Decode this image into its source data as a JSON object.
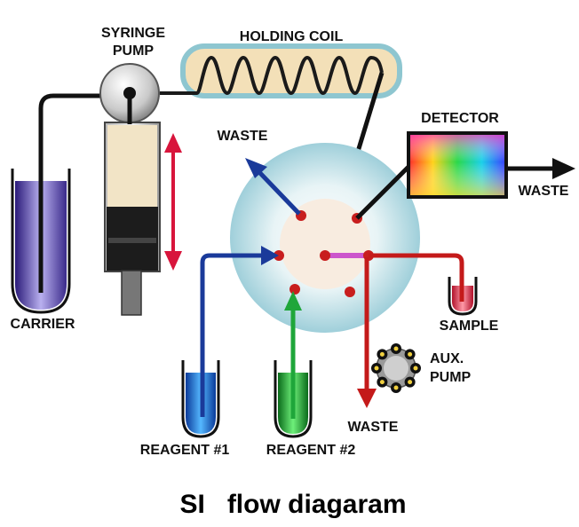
{
  "labels": {
    "syringe_pump_line1": "SYRINGE",
    "syringe_pump_line2": "PUMP",
    "holding_coil": "HOLDING COIL",
    "detector": "DETECTOR",
    "waste_top_left": "WASTE",
    "waste_detector": "WASTE",
    "carrier": "CARRIER",
    "sample": "SAMPLE",
    "aux_pump_line1": "AUX.",
    "aux_pump_line2": "PUMP",
    "waste_bottom": "WASTE",
    "reagent1": "REAGENT #1",
    "reagent2": "REAGENT #2"
  },
  "caption": "SI   flow diagaram",
  "colors": {
    "carrier": "#4a3a9a",
    "reagent1": "#1f6fd6",
    "reagent2": "#1fa63a",
    "sample": "#e0304a",
    "waste_arrow_blue": "#1a3a9a",
    "waste_arrow_red": "#c41a1a",
    "syringe_arrow": "#d8153c",
    "valve_port": "#c81e1e",
    "coil_tube": "#f3e0b8",
    "coil_border": "#8ec6d0",
    "tubing": "#111111",
    "selector_link": "#cc55cc"
  }
}
